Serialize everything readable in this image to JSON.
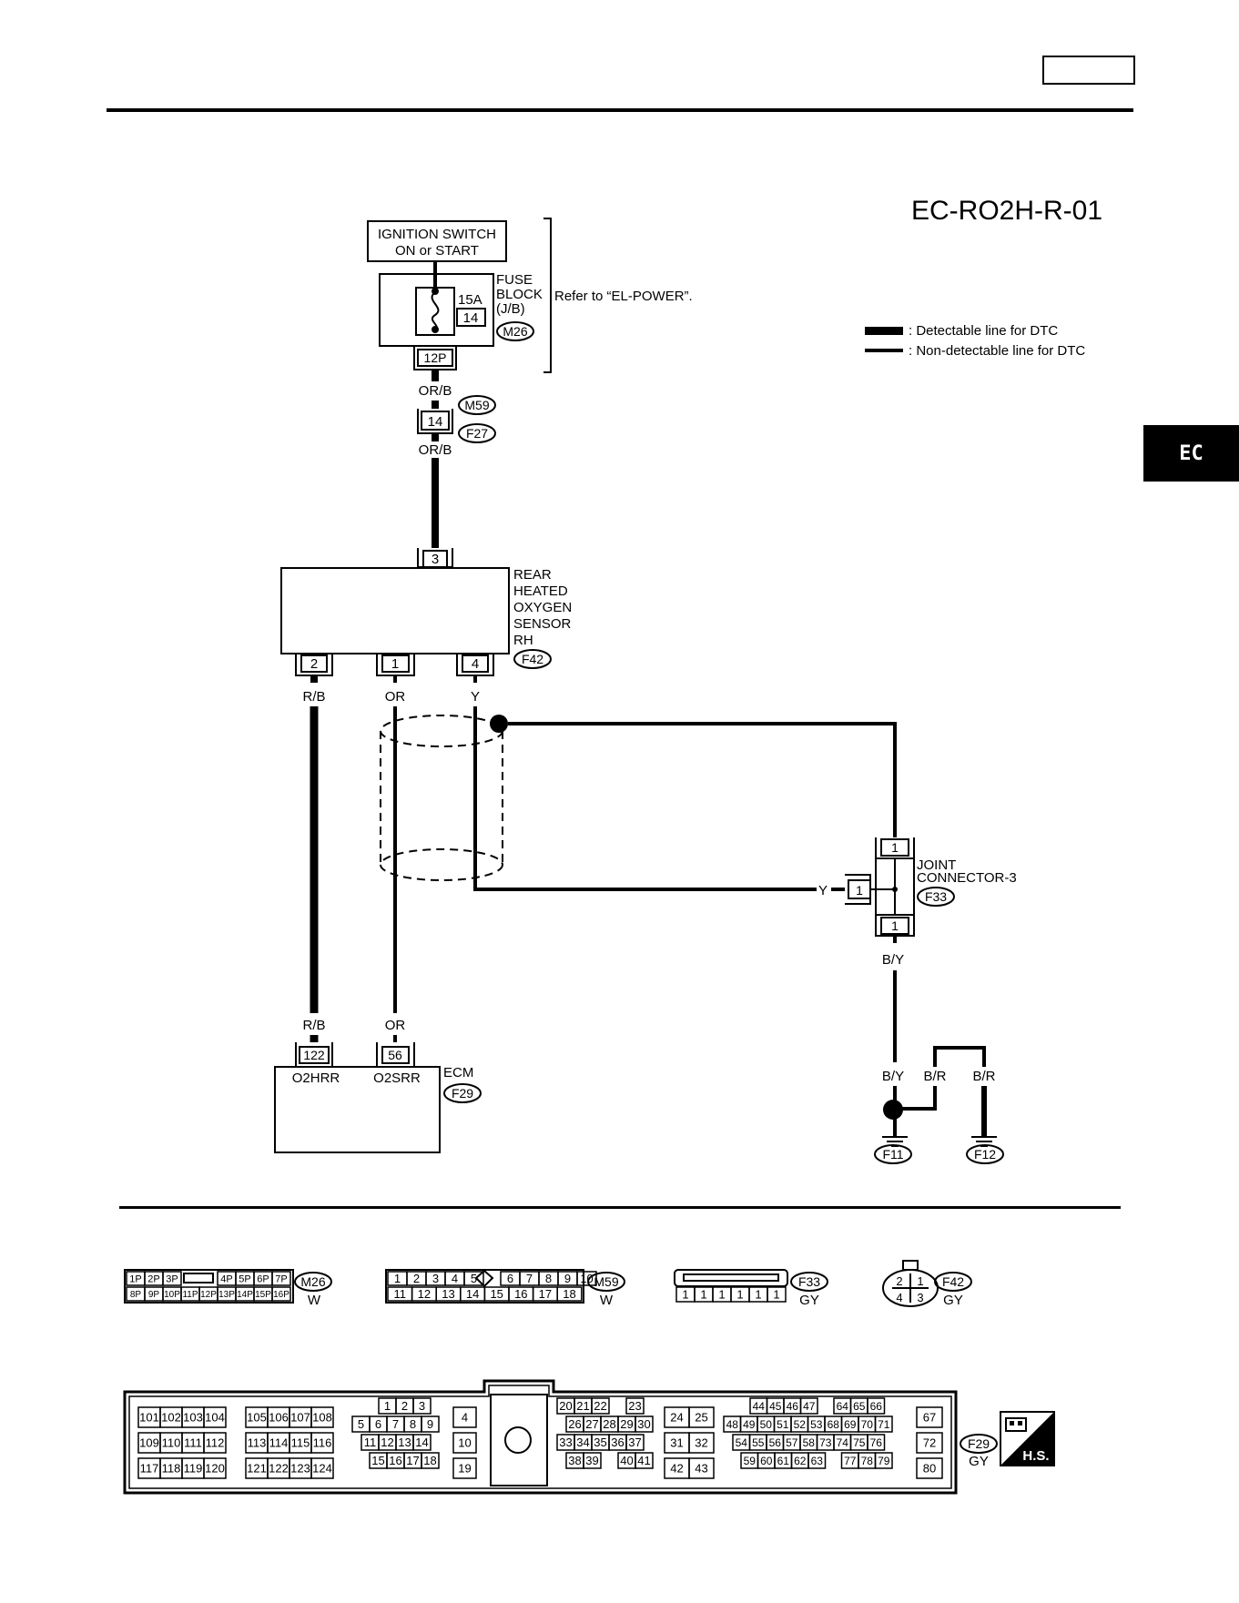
{
  "header": {
    "page_box_label": "",
    "side_tab": "EC"
  },
  "diagram_code": "EC-RO2H-R-01",
  "legend": {
    "detectable": ": Detectable line for DTC",
    "non_detectable": ": Non-detectable line for DTC"
  },
  "ignition": {
    "line1": "IGNITION SWITCH",
    "line2": "ON or START"
  },
  "fuse_block": {
    "label1": "FUSE",
    "label2": "BLOCK",
    "label3": "(J/B)",
    "connector": "M26",
    "amp": "15A",
    "fuse_no": "14",
    "pin": "12P",
    "note": "Refer to “EL-POWER”."
  },
  "wires": {
    "orb_top": "OR/B",
    "orb_bottom": "OR/B",
    "rb_top": "R/B",
    "or_top": "OR",
    "y_top": "Y",
    "rb_bottom": "R/B",
    "or_bottom": "OR",
    "y_joint": "Y",
    "by_top": "B/Y",
    "by_ground": "B/Y",
    "br1": "B/R",
    "br2": "B/R"
  },
  "mid_connector": {
    "pin": "14",
    "conn_top": "M59",
    "conn_bottom": "F27"
  },
  "sensor": {
    "pin_top": "3",
    "lines": [
      "REAR",
      "HEATED",
      "OXYGEN",
      "SENSOR",
      "RH"
    ],
    "connector": "F42",
    "pins": [
      "2",
      "1",
      "4"
    ]
  },
  "joint": {
    "lines": [
      "JOINT",
      "CONNECTOR-3"
    ],
    "connector": "F33",
    "pin_top": "1",
    "pin_side": "1",
    "pin_bottom": "1"
  },
  "ecm": {
    "label": "ECM",
    "connector": "F29",
    "pin1": "122",
    "pin2": "56",
    "term1": "O2HRR",
    "term2": "O2SRR"
  },
  "grounds": {
    "g1": "F11",
    "g2": "F12"
  },
  "connectors_row": {
    "m26": {
      "id": "M26",
      "color": "W",
      "top": [
        "1P",
        "2P",
        "3P",
        "4P",
        "5P",
        "6P",
        "7P"
      ],
      "bottom": [
        "8P",
        "9P",
        "10P",
        "11P",
        "12P",
        "13P",
        "14P",
        "15P",
        "16P"
      ]
    },
    "m59": {
      "id": "M59",
      "color": "W",
      "top": [
        "1",
        "2",
        "3",
        "4",
        "5",
        "6",
        "7",
        "8",
        "9",
        "10"
      ],
      "bottom": [
        "11",
        "12",
        "13",
        "14",
        "15",
        "16",
        "17",
        "18"
      ]
    },
    "f33": {
      "id": "F33",
      "color": "GY",
      "bottom": [
        "1",
        "1",
        "1",
        "1",
        "1",
        "1"
      ]
    },
    "f42": {
      "id": "F42",
      "color": "GY",
      "pins": [
        "2",
        "1",
        "4",
        "3"
      ]
    }
  },
  "ecm_connector": {
    "id": "F29",
    "color": "GY",
    "badge": "H.S.",
    "g1": [
      [
        "101",
        "102",
        "103",
        "104"
      ],
      [
        "109",
        "110",
        "111",
        "112"
      ],
      [
        "117",
        "118",
        "119",
        "120"
      ]
    ],
    "g2": [
      [
        "105",
        "106",
        "107",
        "108"
      ],
      [
        "113",
        "114",
        "115",
        "116"
      ],
      [
        "121",
        "122",
        "123",
        "124"
      ]
    ],
    "g3": [
      [
        "1",
        "2",
        "3"
      ],
      [
        "5",
        "6",
        "7",
        "8",
        "9"
      ],
      [
        "11",
        "12",
        "13",
        "14"
      ],
      [
        "15",
        "16",
        "17",
        "18"
      ]
    ],
    "g4": [
      "4",
      "10",
      "19"
    ],
    "g5": [
      [
        "20",
        "21",
        "22",
        "23"
      ],
      [
        "26",
        "27",
        "28",
        "29",
        "30"
      ],
      [
        "33",
        "34",
        "35",
        "36",
        "37"
      ],
      [
        "38",
        "39",
        "40",
        "41"
      ]
    ],
    "g6": [
      [
        "24",
        "25"
      ],
      [
        "31",
        "32"
      ],
      [
        "42",
        "43"
      ]
    ],
    "g7": [
      [
        "44",
        "45",
        "46",
        "47",
        "64",
        "65",
        "66"
      ],
      [
        "48",
        "49",
        "50",
        "51",
        "52",
        "53",
        "68",
        "69",
        "70",
        "71"
      ],
      [
        "54",
        "55",
        "56",
        "57",
        "58",
        "73",
        "74",
        "75",
        "76"
      ],
      [
        "59",
        "60",
        "61",
        "62",
        "63",
        "77",
        "78",
        "79"
      ]
    ],
    "g8": [
      "67",
      "72",
      "80"
    ]
  }
}
